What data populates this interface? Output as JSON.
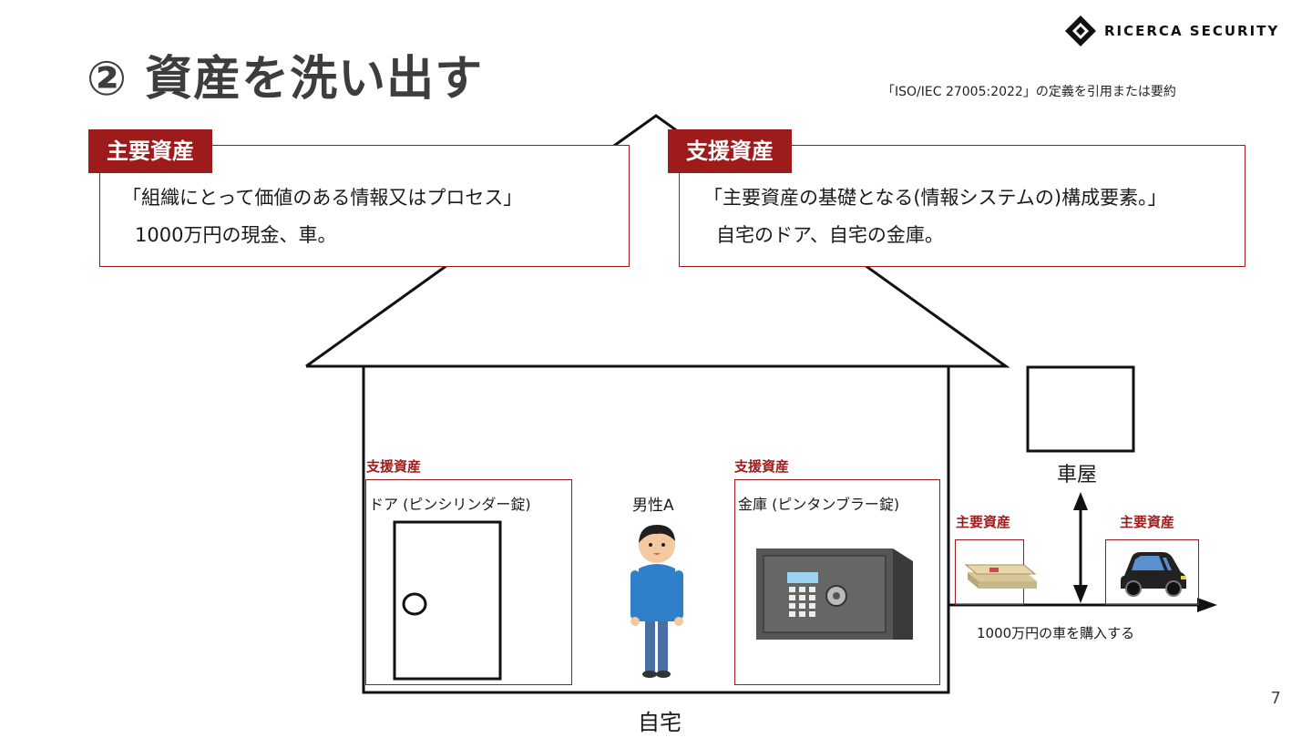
{
  "slide": {
    "title": "② 資産を洗い出す",
    "logo_text": "RICERCA SECURITY",
    "citation": "「ISO/IEC 27005:2022」の定義を引用または要約",
    "page_number": "7"
  },
  "primary_asset": {
    "label": "主要資産",
    "definition": "「組織にとって価値のある情報又はプロセス」",
    "example": "1000万円の現金、車。"
  },
  "supporting_asset": {
    "label": "支援資産",
    "definition": "「主要資産の基礎となる(情報システムの)構成要素。」",
    "example": "自宅のドア、自宅の金庫。"
  },
  "diagram": {
    "house_label": "自宅",
    "garage_label": "車屋",
    "person_label": "男性A",
    "door": {
      "tag": "支援資産",
      "label": "ドア (ピンシリンダー錠)"
    },
    "safe": {
      "tag": "支援資産",
      "label": "金庫 (ピンタンブラー錠)"
    },
    "cash": {
      "tag": "主要資産"
    },
    "car": {
      "tag": "主要資産"
    },
    "purchase_label": "1000万円の車を購入する"
  },
  "colors": {
    "accent": "#9e1b1b",
    "title": "#3d3d3d"
  }
}
